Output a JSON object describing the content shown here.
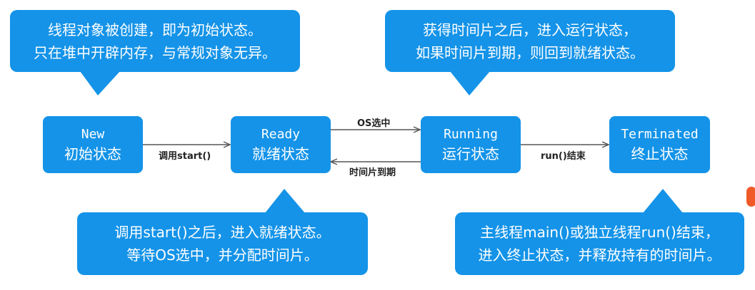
{
  "colors": {
    "primary": "#1493e8",
    "arrow": "#555555",
    "label": "#222222",
    "corner": "#f05a28"
  },
  "callouts": {
    "top_left": [
      "线程对象被创建，即为初始状态。",
      "只在堆中开辟内存，与常规对象无异。"
    ],
    "top_right": [
      "获得时间片之后，进入运行状态，",
      "如果时间片到期，则回到就绪状态。"
    ],
    "bottom_left": [
      "调用start()之后，进入就绪状态。",
      "等待OS选中，并分配时间片。"
    ],
    "bottom_right": [
      "主线程main()或独立线程run()结束，",
      "进入终止状态，并释放持有的时间片。"
    ]
  },
  "states": {
    "new": {
      "en": "New",
      "cn": "初始状态"
    },
    "ready": {
      "en": "Ready",
      "cn": "就绪状态"
    },
    "running": {
      "en": "Running",
      "cn": "运行状态"
    },
    "terminated": {
      "en": "Terminated",
      "cn": "终止状态"
    }
  },
  "transitions": {
    "new_to_ready": "调用start()",
    "ready_to_running": "OS选中",
    "running_to_ready": "时间片到期",
    "running_to_terminated": "run()结束"
  }
}
